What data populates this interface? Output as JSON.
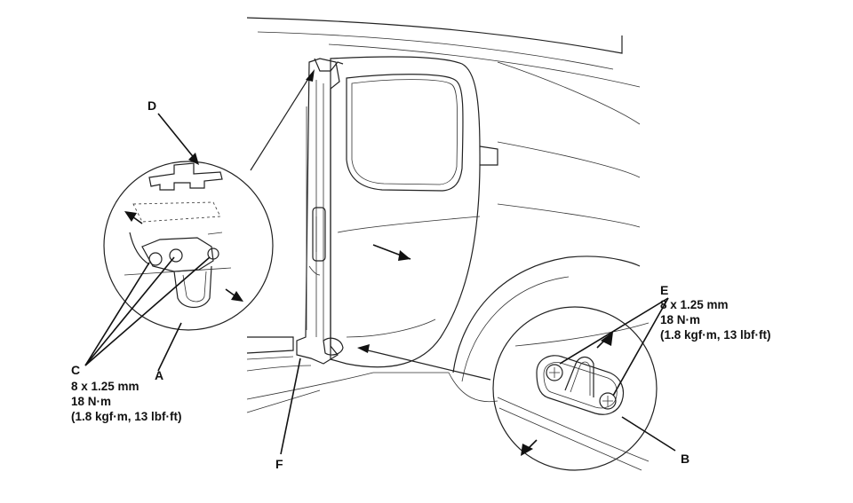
{
  "labels": {
    "A": "A",
    "B": "B",
    "C": "C",
    "D": "D",
    "E": "E",
    "F": "F"
  },
  "spec_c": {
    "line1": "8 x 1.25 mm",
    "line2": "18 N·m",
    "line3": "(1.8 kgf·m, 13 lbf·ft)"
  },
  "spec_e": {
    "line1": "8 x 1.25 mm",
    "line2": "18 N·m",
    "line3": "(1.8 kgf·m, 13 lbf·ft)"
  },
  "colors": {
    "line": "#222222",
    "background": "#ffffff"
  }
}
